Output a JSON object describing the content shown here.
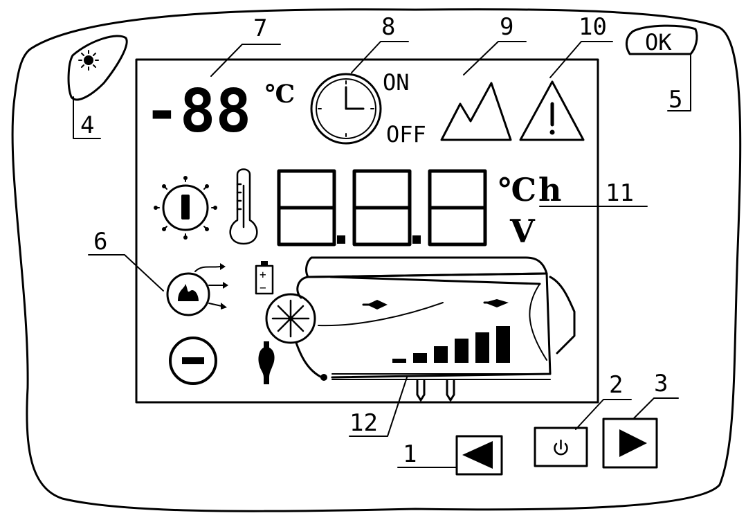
{
  "callouts": [
    "1",
    "2",
    "3",
    "4",
    "5",
    "6",
    "7",
    "8",
    "9",
    "10",
    "11",
    "12"
  ],
  "display": {
    "small_readout": "-88",
    "small_unit": "℃",
    "timer_on": "ON",
    "timer_off": "OFF",
    "main_unit_temp": "℃",
    "main_unit_hours": "h",
    "main_unit_volts": "V",
    "battery_plus": "+",
    "battery_minus": "−"
  },
  "buttons": {
    "ok_label": "OK",
    "power_symbol": "⏻"
  },
  "power_level_bars": 6,
  "icons": [
    "sun-icon",
    "clock-icon",
    "mountain-icon",
    "warning-icon",
    "thermostat-knob-icon",
    "thermometer-icon",
    "flame-ventilation-icon",
    "battery-icon",
    "minus-circle-icon",
    "fuel-pump-icon",
    "fan-icon",
    "heater-unit-icon",
    "left-arrow-icon",
    "power-icon",
    "right-arrow-icon"
  ]
}
